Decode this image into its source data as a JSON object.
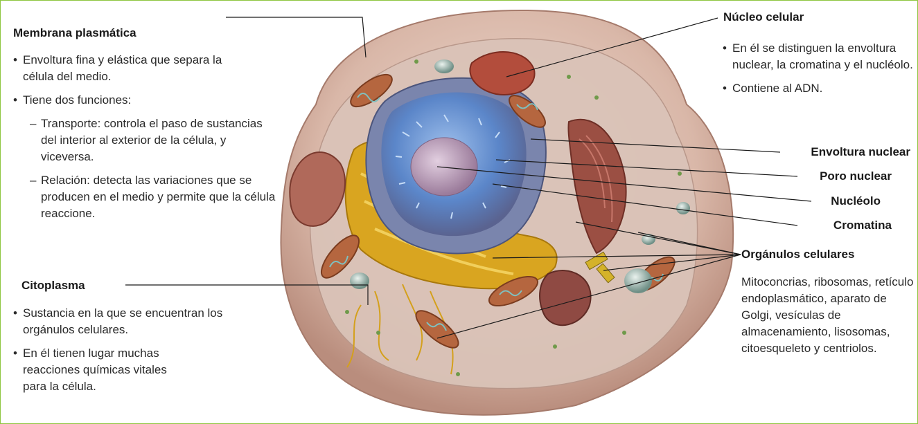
{
  "membrana": {
    "title": "Membrana plasmática",
    "bullet1": "Envoltura fina y elástica que separa la célula del medio.",
    "bullet2": "Tiene dos funciones:",
    "dash1": "Transporte: controla el paso de sustancias del interior al exterior de la célula, y viceversa.",
    "dash2": "Relación: detecta las variaciones que se producen en el medio y permite que la célula reaccione."
  },
  "citoplasma": {
    "title": "Citoplasma",
    "bullet1": "Sustancia en la que se encuentran los orgánulos celulares.",
    "bullet2": "En él tienen lugar muchas reacciones químicas vitales para la célula."
  },
  "nucleo": {
    "title": "Núcleo celular",
    "bullet1": "En él se distinguen la envoltura nuclear, la cromatina y el nucléolo.",
    "bullet2": "Contiene al ADN."
  },
  "parts": {
    "envoltura": "Envoltura nuclear",
    "poro": "Poro nuclear",
    "nucleolo": "Nucléolo",
    "cromatina": "Cromatina"
  },
  "organulos": {
    "title": "Orgánulos celulares",
    "description": "Mitoconcrias, ribosomas, retículo endoplasmático, aparato de Golgi, vesículas de almacenamiento, lisosomas, citoesqueleto y centriolos."
  },
  "colors": {
    "border": "#8dc63f",
    "cell_membrane": "#d9b0a3",
    "nucleus": "#6f7fb3",
    "chromatin": "#5a8ed6",
    "nucleolus": "#b79ab0",
    "reticulum": "#d9a520",
    "mitochondria": "#b5663f"
  }
}
